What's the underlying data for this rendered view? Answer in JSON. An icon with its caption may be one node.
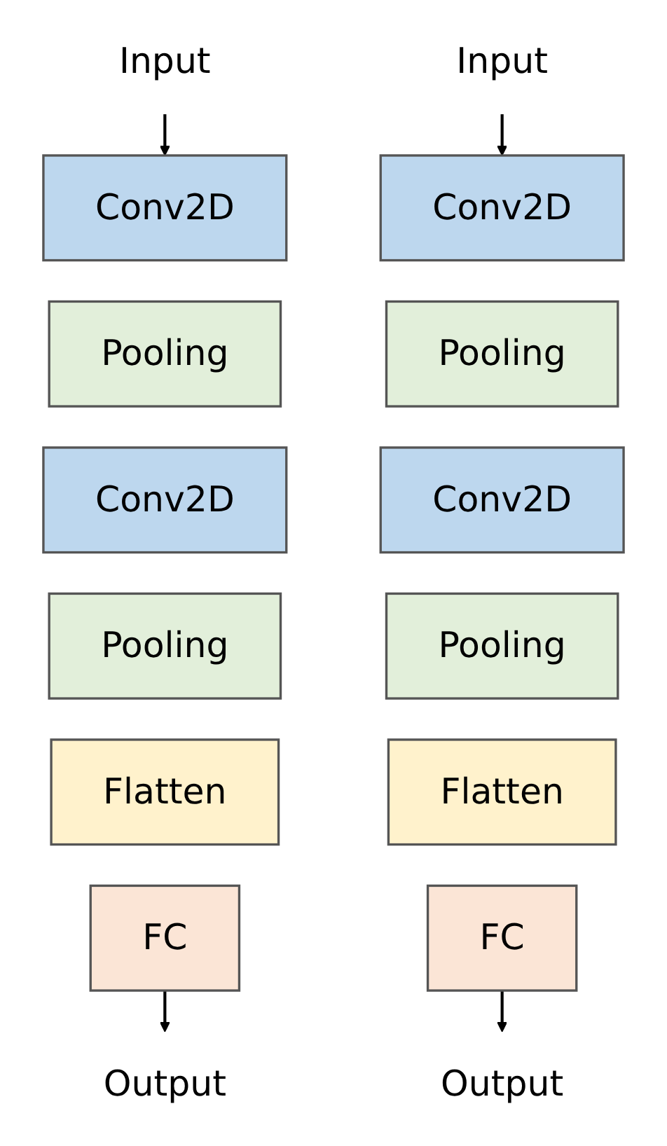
{
  "diagram": {
    "nodes": [
      {
        "text": [
          "Input"
        ]
      },
      {
        "text": [
          "Conv2D"
        ]
      },
      {
        "text": [
          "Pooling"
        ]
      },
      {
        "text": [
          "Conv2D"
        ]
      },
      {
        "text": [
          "Pooling"
        ]
      },
      {
        "text": [
          "Flatten"
        ]
      },
      {
        "text": [
          "FC"
        ]
      },
      {
        "text": [
          "Output"
        ]
      },
      {
        "text": [
          "Input"
        ]
      },
      {
        "text": [
          "Conv2D"
        ]
      },
      {
        "text": [
          "Pooling"
        ]
      },
      {
        "text": [
          "Conv2D"
        ]
      },
      {
        "text": [
          "Pooling"
        ]
      },
      {
        "text": [
          "Flatten"
        ]
      },
      {
        "text": [
          "FC"
        ]
      },
      {
        "text": [
          "Output"
        ]
      }
    ],
    "edges": [
      {
        "from": 0,
        "to": 1,
        "arrow": "to"
      },
      {
        "from": 6,
        "to": 7,
        "arrow": "to"
      },
      {
        "from": 8,
        "to": 9,
        "arrow": "to"
      },
      {
        "from": 14,
        "to": 15,
        "arrow": "to"
      }
    ]
  }
}
